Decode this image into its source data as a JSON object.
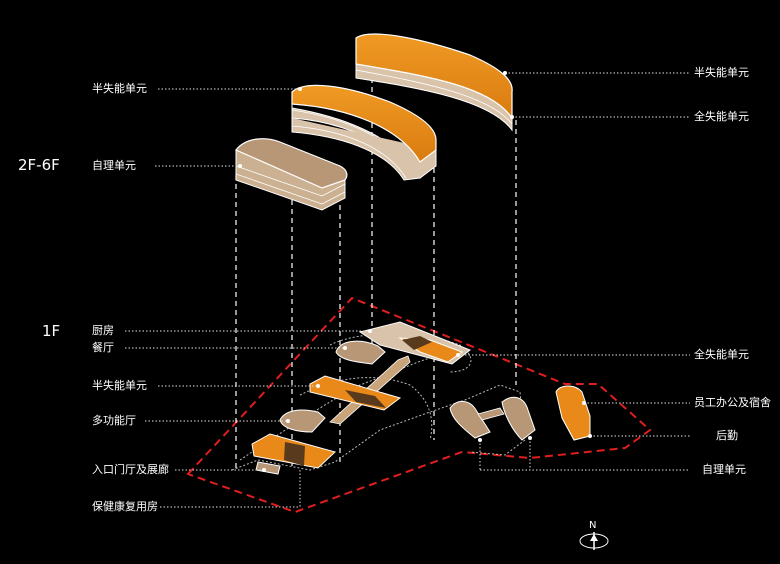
{
  "floors": {
    "upper": "2F-6F",
    "ground": "1F"
  },
  "labels_left": [
    {
      "id": "l-semi-upper",
      "text": "半失能单元"
    },
    {
      "id": "l-self-upper",
      "text": "自理单元"
    },
    {
      "id": "l-kitchen",
      "text": "厨房"
    },
    {
      "id": "l-dining",
      "text": "餐厅"
    },
    {
      "id": "l-semi-1f",
      "text": "半失能单元"
    },
    {
      "id": "l-multi",
      "text": "多功能厅"
    },
    {
      "id": "l-entrance",
      "text": "入口门厅及展廊"
    },
    {
      "id": "l-rehab",
      "text": "保健康复用房"
    }
  ],
  "labels_right": [
    {
      "id": "r-semi-upper",
      "text": "半失能单元"
    },
    {
      "id": "r-full-upper",
      "text": "全失能单元"
    },
    {
      "id": "r-full-1f",
      "text": "全失能单元"
    },
    {
      "id": "r-staff",
      "text": "员工办公及宿舍"
    },
    {
      "id": "r-logistics",
      "text": "后勤"
    },
    {
      "id": "r-self-1f",
      "text": "自理单元"
    }
  ],
  "compass": {
    "letter": "N"
  },
  "colors": {
    "orange": "#e8891a",
    "tan": "#b89777",
    "tan_light": "#d9c3aa",
    "boundary": "#e01e1e",
    "line": "#ffffff"
  }
}
